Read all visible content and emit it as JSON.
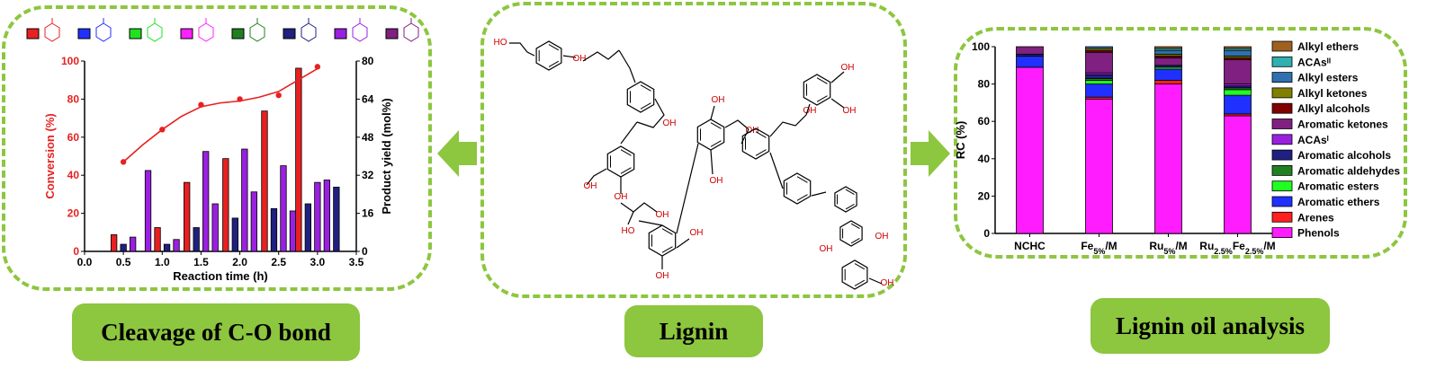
{
  "panels": {
    "left_label": "Cleavage of C-O bond",
    "center_label": "Lignin",
    "right_label": "Lignin oil analysis"
  },
  "colors": {
    "accent_green": "#8dc63f",
    "conversion_red": "#e82020"
  },
  "molecule_labels": {
    "oh": "OH",
    "ho": "HO"
  },
  "chart_data": [
    {
      "type": "bar",
      "xlabel": "Reaction time (h)",
      "ylabel_left": "Conversion (%)",
      "ylabel_right": "Product yield (mol%)",
      "xlim": [
        0.0,
        3.5
      ],
      "ylim_left": [
        0,
        100
      ],
      "ylim_right": [
        0,
        80
      ],
      "x_ticks": [
        "0.0",
        "0.5",
        "1.0",
        "1.5",
        "2.0",
        "2.5",
        "3.0",
        "3.5"
      ],
      "y_left_ticks": [
        "0",
        "20",
        "40",
        "60",
        "80",
        "100"
      ],
      "y_right_ticks": [
        "0",
        "16",
        "32",
        "48",
        "64",
        "80"
      ],
      "legend_colors": [
        "#e82020",
        "#2030ff",
        "#20e020",
        "#ff20ff",
        "#208020",
        "#202080",
        "#9a20e0",
        "#802080"
      ],
      "conversion_line": {
        "x": [
          0.5,
          1.0,
          1.5,
          2.0,
          2.5,
          3.0
        ],
        "y": [
          47,
          64,
          77,
          80,
          82,
          97
        ],
        "smooth": [
          [
            0.5,
            47
          ],
          [
            0.75,
            56
          ],
          [
            1.0,
            64
          ],
          [
            1.25,
            71
          ],
          [
            1.5,
            76
          ],
          [
            1.75,
            78
          ],
          [
            2.0,
            79
          ],
          [
            2.25,
            81
          ],
          [
            2.5,
            84
          ],
          [
            2.75,
            90
          ],
          [
            3.0,
            96
          ]
        ]
      },
      "bar_groups": [
        {
          "center": 0.5,
          "bars": [
            {
              "color": "#e82020",
              "value": 7
            },
            {
              "color": "#202080",
              "value": 3
            },
            {
              "color": "#9a20e0",
              "value": 6
            }
          ]
        },
        {
          "center": 1.0,
          "bars": [
            {
              "color": "#9a20e0",
              "value": 34
            },
            {
              "color": "#e82020",
              "value": 10
            },
            {
              "color": "#202080",
              "value": 3
            },
            {
              "color": "#9a20e0",
              "value": 5
            }
          ]
        },
        {
          "center": 1.5,
          "bars": [
            {
              "color": "#e82020",
              "value": 29
            },
            {
              "color": "#202080",
              "value": 10
            },
            {
              "color": "#9a20e0",
              "value": 42
            },
            {
              "color": "#9a20e0",
              "value": 20
            }
          ]
        },
        {
          "center": 2.0,
          "bars": [
            {
              "color": "#e82020",
              "value": 39
            },
            {
              "color": "#202080",
              "value": 14
            },
            {
              "color": "#9a20e0",
              "value": 43
            },
            {
              "color": "#9a20e0",
              "value": 25
            }
          ]
        },
        {
          "center": 2.5,
          "bars": [
            {
              "color": "#e82020",
              "value": 59
            },
            {
              "color": "#202080",
              "value": 18
            },
            {
              "color": "#9a20e0",
              "value": 36
            },
            {
              "color": "#9a20e0",
              "value": 17
            }
          ]
        },
        {
          "center": 3.0,
          "bars": [
            {
              "color": "#e82020",
              "value": 77
            },
            {
              "color": "#202080",
              "value": 20
            },
            {
              "color": "#9a20e0",
              "value": 29
            },
            {
              "color": "#9a20e0",
              "value": 30
            },
            {
              "color": "#202080",
              "value": 27
            }
          ]
        }
      ]
    },
    {
      "type": "stacked_bar",
      "ylabel": "RC (%)",
      "ylim": [
        0,
        100
      ],
      "y_ticks": [
        "0",
        "20",
        "40",
        "60",
        "80",
        "100"
      ],
      "categories": [
        "NCHC",
        "Fe<sub>5%</sub>/M",
        "Ru<sub>5%</sub>/M",
        "Ru<sub>2.5%</sub>Fe<sub>2.5%</sub>/M"
      ],
      "category_labels": [
        {
          "main": "NCHC",
          "sub": "",
          "tail": ""
        },
        {
          "main": "Fe",
          "sub": "5%",
          "tail": "/M"
        },
        {
          "main": "Ru",
          "sub": "5%",
          "tail": "/M"
        },
        {
          "main": "Ru",
          "sub": "2.5%",
          "tail": "Fe",
          "sub2": "2.5%",
          "tail2": "/M"
        }
      ],
      "series": [
        {
          "name": "Phenols",
          "color": "#ff1cff",
          "values": [
            89,
            72,
            80,
            63
          ]
        },
        {
          "name": "Arenes",
          "color": "#ff2020",
          "values": [
            0,
            1,
            2,
            1
          ]
        },
        {
          "name": "Aromatic ethers",
          "color": "#2030ff",
          "values": [
            6,
            7,
            6,
            10
          ]
        },
        {
          "name": "Aromatic esters",
          "color": "#20ff20",
          "values": [
            0,
            2,
            1,
            3
          ]
        },
        {
          "name": "Aromatic aldehydes",
          "color": "#208020",
          "values": [
            0,
            1,
            0,
            1
          ]
        },
        {
          "name": "Aromatic alcohols",
          "color": "#202080",
          "values": [
            1,
            2,
            1,
            1
          ]
        },
        {
          "name": "ACAsᴵ",
          "color": "#9a20e0",
          "values": [
            0,
            1,
            0,
            1
          ]
        },
        {
          "name": "Aromatic ketones",
          "color": "#802080",
          "values": [
            4,
            11,
            4,
            13
          ]
        },
        {
          "name": "Alkyl alcohols",
          "color": "#800000",
          "values": [
            0,
            1,
            1,
            1
          ]
        },
        {
          "name": "Alkyl ketones",
          "color": "#808000",
          "values": [
            0,
            1,
            1,
            1
          ]
        },
        {
          "name": "Alkyl esters",
          "color": "#3070b0",
          "values": [
            0,
            1,
            2,
            3
          ]
        },
        {
          "name": "ACAsᴵᴵ",
          "color": "#30b0b0",
          "values": [
            0,
            0,
            1,
            1
          ]
        },
        {
          "name": "Alkyl ethers",
          "color": "#a06020",
          "values": [
            0,
            0,
            1,
            1
          ]
        }
      ]
    }
  ]
}
